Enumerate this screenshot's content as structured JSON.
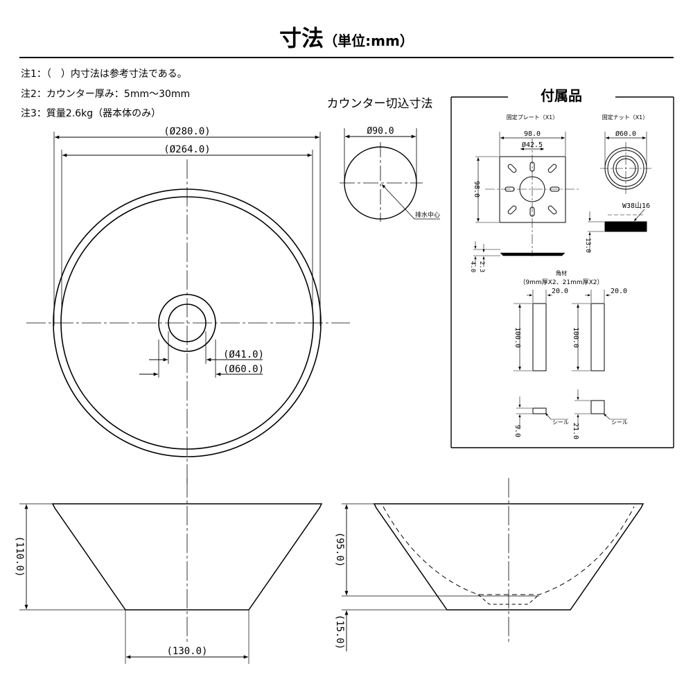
{
  "title": {
    "main": "寸法",
    "sub": "（単位:mm）"
  },
  "notes": [
    "注1：（　）内寸法は参考寸法である。",
    "注2：カウンター厚み：5mm〜30mm",
    "注3：質量2.6kg（器本体のみ）"
  ],
  "top_view": {
    "dim_outer": "(Ø280.0)",
    "dim_inner": "(Ø264.0)",
    "dim_drain_inner": "(Ø41.0)",
    "dim_drain_outer": "(Ø60.0)"
  },
  "cutout": {
    "title": "カウンター切込寸法",
    "dim": "Ø90.0",
    "drain_center": "排水中心"
  },
  "accessories": {
    "title": "付属品",
    "plate_title": "固定プレート（X1）",
    "plate_width": "98.0",
    "plate_hole": "Ø42.5",
    "plate_height": "98.0",
    "plate_thick1": "4.0",
    "plate_thick2": "2.3",
    "nut_title": "固定ナット（X1）",
    "nut_dim": "Ø60.0",
    "nut_thread": "W38山16",
    "nut_height": "13.0",
    "block_title": "角材",
    "block_sub": "（9mm厚X2、21mm厚X2）",
    "block_width_a": "20.0",
    "block_width_b": "20.0",
    "block_len_a": "100.0",
    "block_len_b": "100.0",
    "block_thick_a": "9.0",
    "block_thick_b": "21.0",
    "seal_a": "シール",
    "seal_b": "シール"
  },
  "side_view": {
    "height": "(110.0)",
    "bottom": "(130.0)"
  },
  "section_view": {
    "depth": "(95.0)",
    "base": "(15.0)"
  }
}
